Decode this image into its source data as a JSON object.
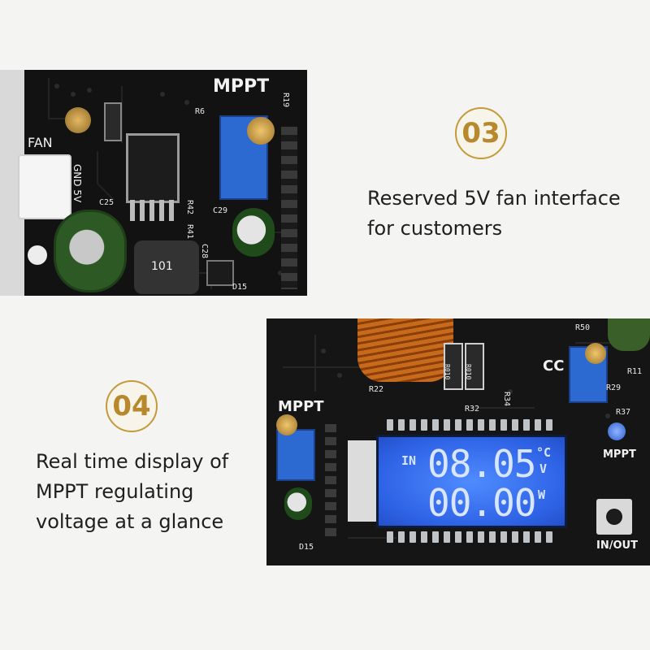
{
  "sections": [
    {
      "number": "03",
      "caption_lines": [
        "Reserved 5V fan interface",
        "for customers"
      ]
    },
    {
      "number": "04",
      "caption_lines": [
        "Real time display of",
        "MPPT regulating",
        "voltage at a glance"
      ]
    }
  ],
  "board_top": {
    "labels": {
      "mppt": "MPPT",
      "fan": "FAN",
      "gnd5v": "GND 5V",
      "r6": "R6",
      "r19": "R19",
      "r42": "R42",
      "r41": "R41",
      "c25": "C25",
      "c29": "C29",
      "c28": "C28",
      "d15": "D15",
      "inductor": "101"
    }
  },
  "board_bottom": {
    "labels": {
      "mppt_left": "MPPT",
      "cc": "CC",
      "mppt_led": "MPPT",
      "in_out": "IN/OUT",
      "r50": "R50",
      "r22": "R22",
      "r32": "R32",
      "r34": "R34",
      "r37": "R37",
      "r11": "R11",
      "r29": "R29",
      "d15": "D15",
      "r010a": "R010",
      "r010b": "R010"
    },
    "display": {
      "in_label": "IN",
      "top_value": "08.05",
      "bottom_value": "00.00",
      "unit_c": "°C",
      "unit_v": "V",
      "unit_w": "W"
    }
  }
}
